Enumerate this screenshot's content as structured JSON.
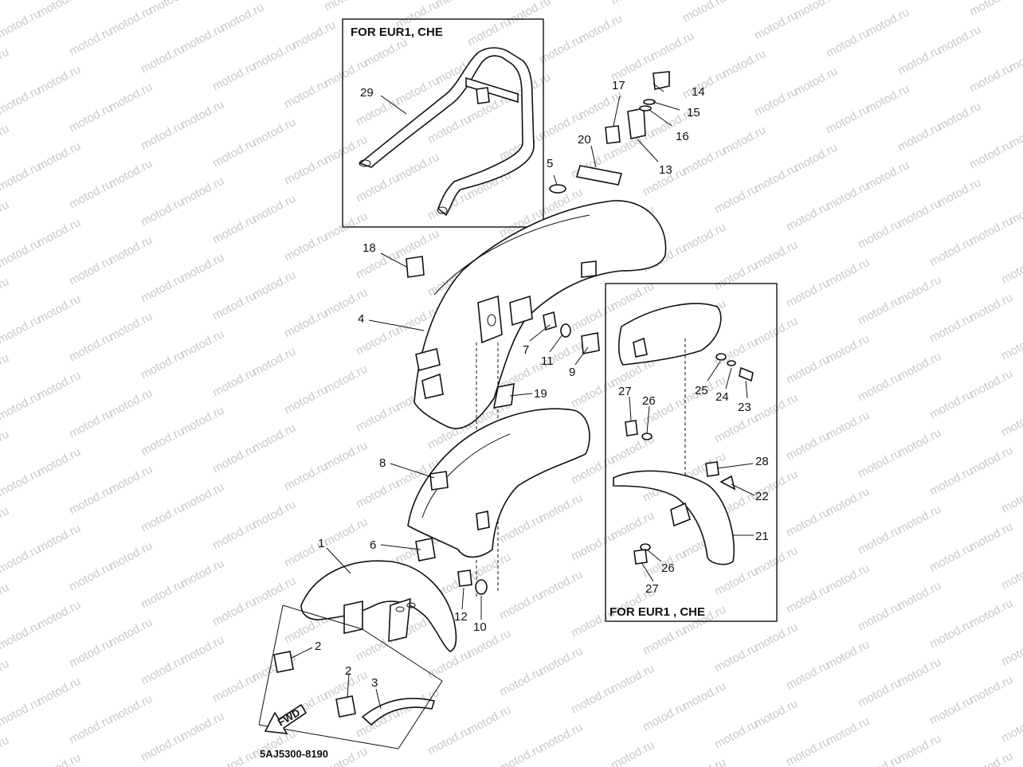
{
  "watermark": "motod.ru",
  "diagram_code": "5AJ5300-8190",
  "insets": [
    {
      "title": "FOR EUR1, CHE"
    },
    {
      "title": "FOR EUR1  , CHE"
    }
  ],
  "fwd_icon": {
    "text": "FWD",
    "icon": "fwd-arrow-icon"
  },
  "labels": {
    "p1": "1",
    "p2a": "2",
    "p2b": "2",
    "p3": "3",
    "p4": "4",
    "p5": "5",
    "p6": "6",
    "p7": "7",
    "p8": "8",
    "p9": "9",
    "p10": "10",
    "p11": "11",
    "p12": "12",
    "p13": "13",
    "p14": "14",
    "p15": "15",
    "p16": "16",
    "p17": "17",
    "p18": "18",
    "p19": "19",
    "p20": "20",
    "p21": "21",
    "p22": "22",
    "p23": "23",
    "p24": "24",
    "p25": "25",
    "p26a": "26",
    "p26b": "26",
    "p27a": "27",
    "p27b": "27",
    "p28": "28",
    "p29": "29"
  }
}
